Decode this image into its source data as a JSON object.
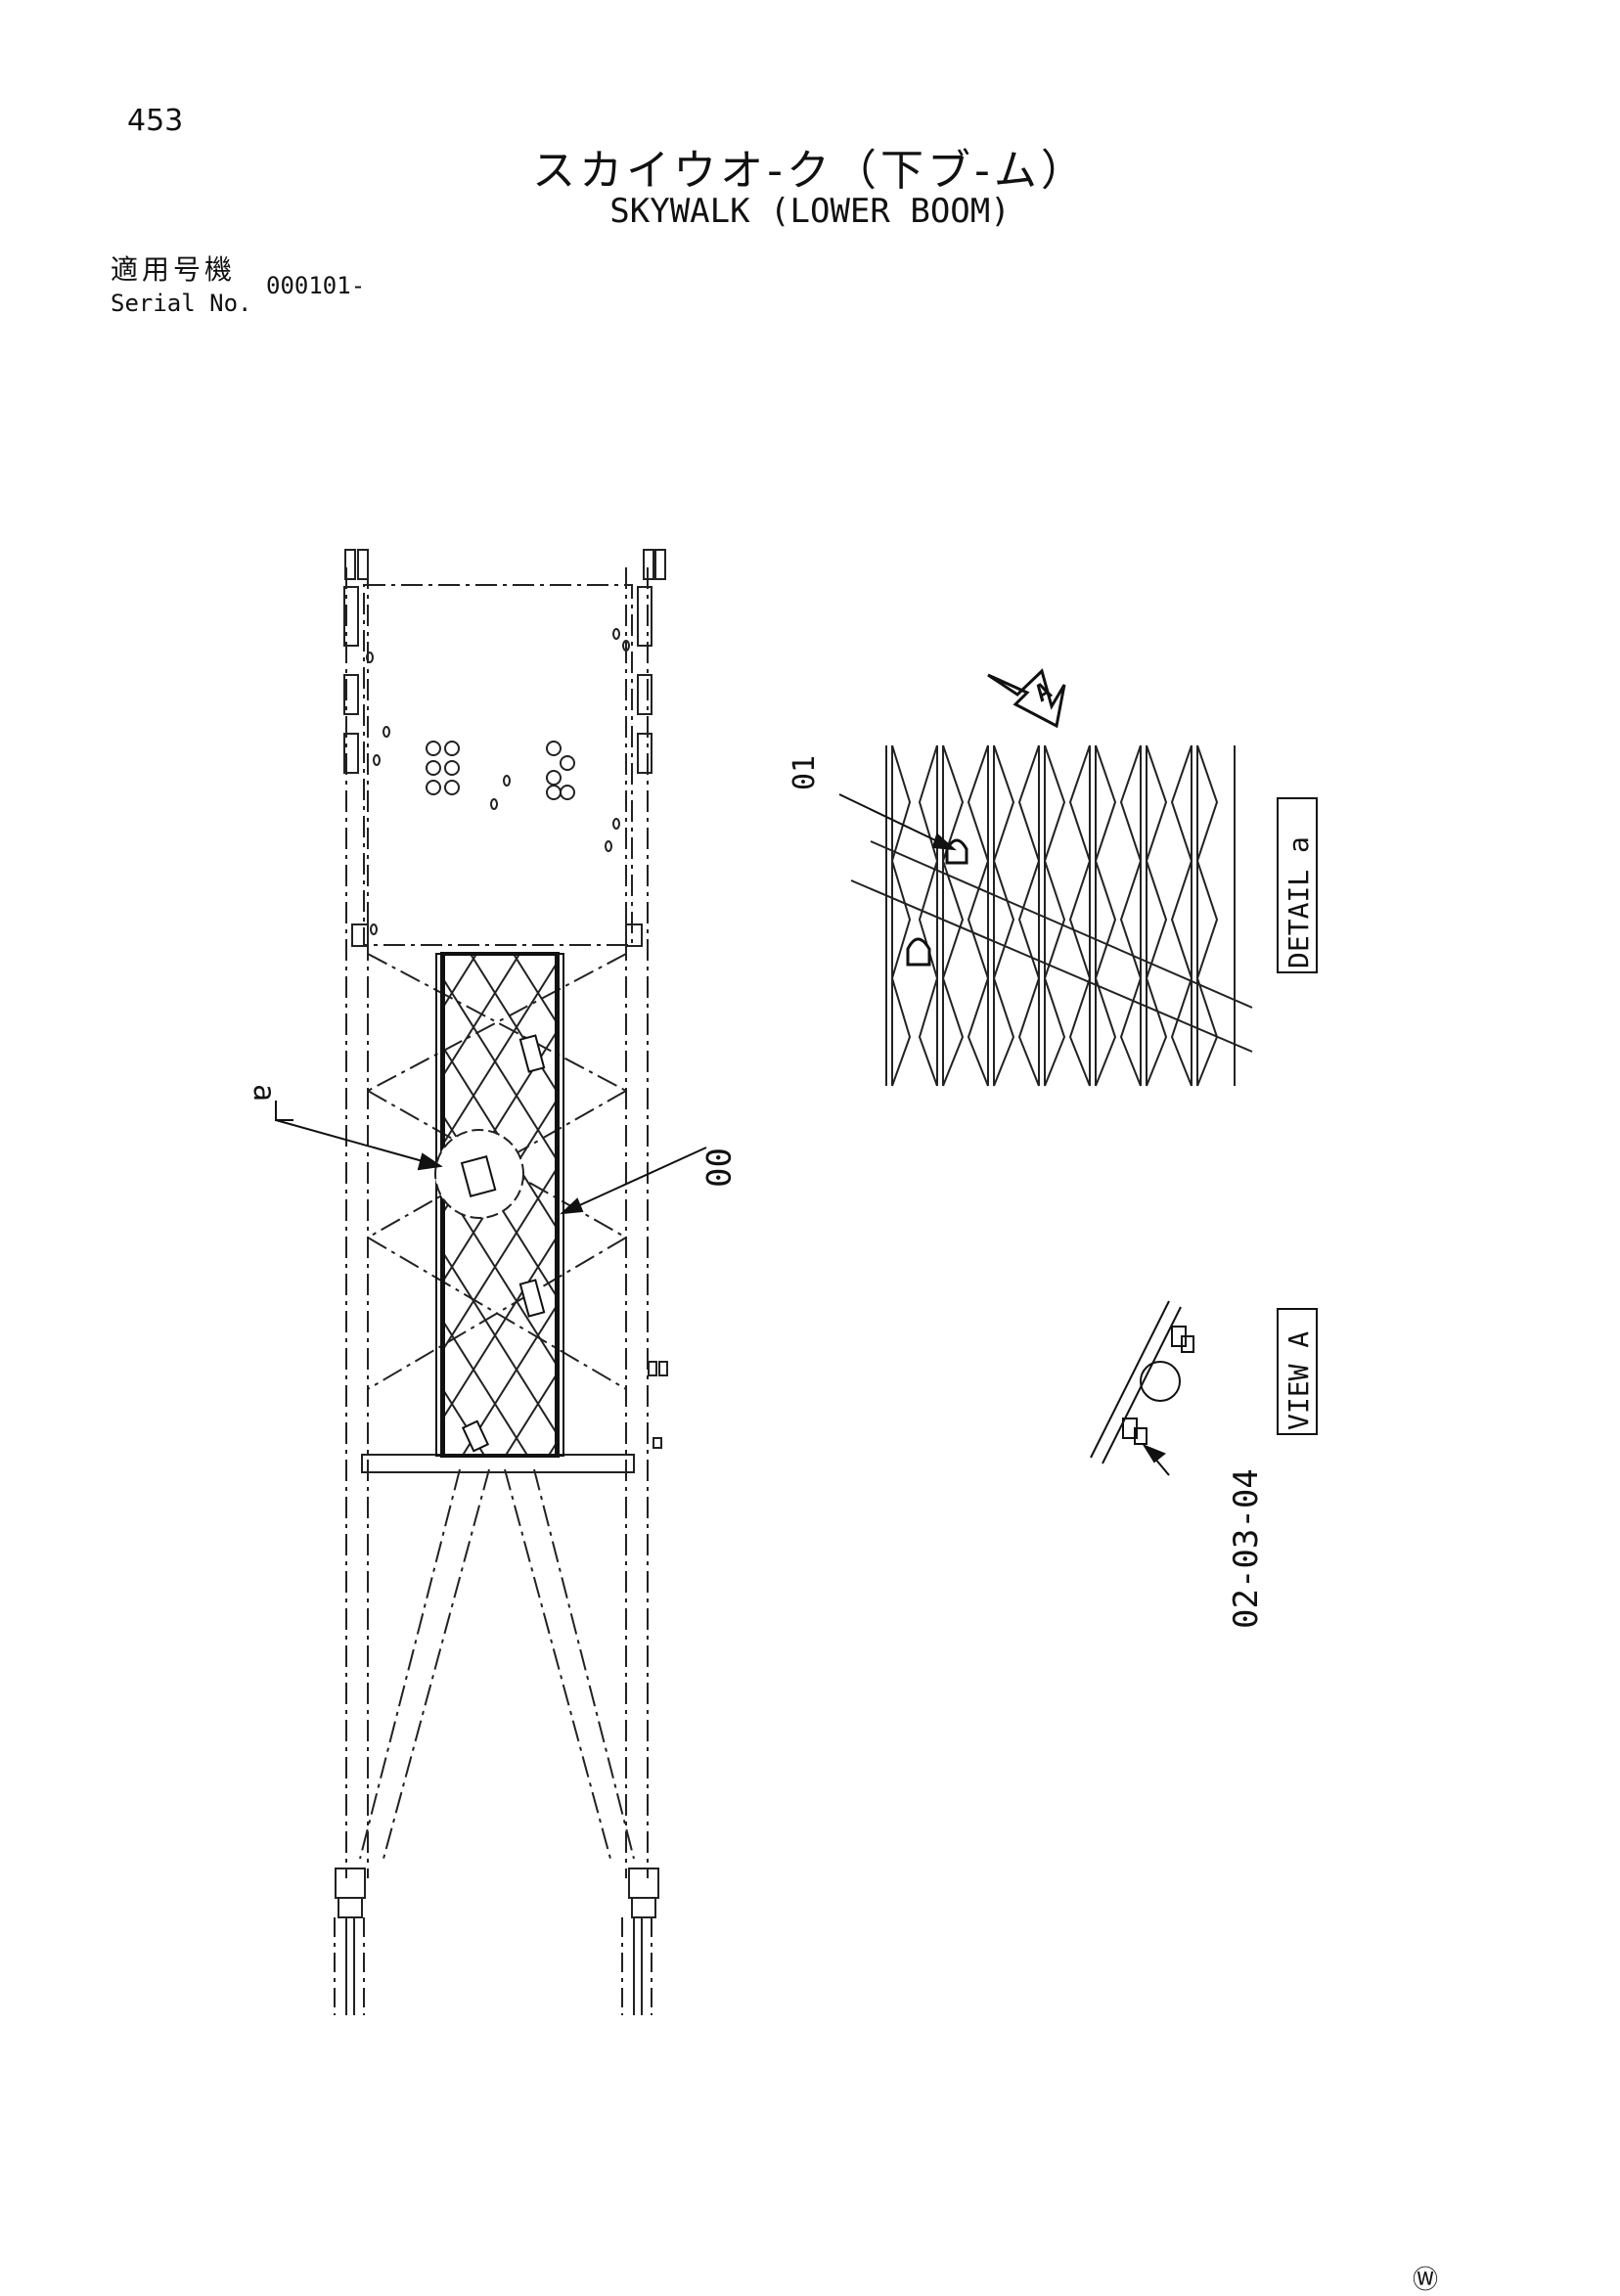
{
  "header": {
    "page_number": "453",
    "title_jp": "スカイウオ-ク（下ブ-ム）",
    "title_en": "SKYWALK (LOWER BOOM)",
    "serial_label_jp": "適用号機",
    "serial_label_en": "Serial No.",
    "serial_value": "000101-"
  },
  "callouts": {
    "part_00": "00",
    "part_01": "01",
    "view_a_ref": "A",
    "detail_a_ref": "a",
    "detail_label": "DETAIL a",
    "view_label": "VIEW A",
    "ref_part": "02-03-04"
  },
  "footer": {
    "mark": "Ⓦ"
  }
}
